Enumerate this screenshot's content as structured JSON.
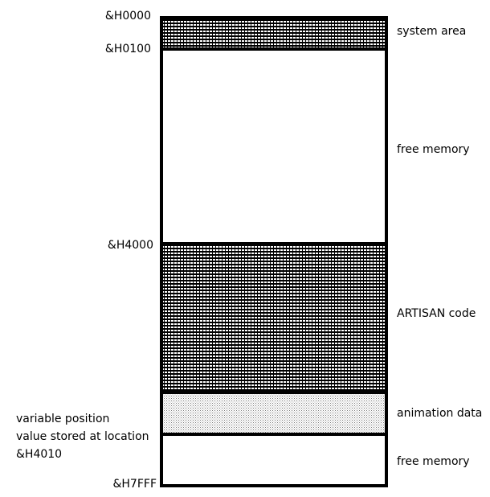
{
  "addresses": {
    "a0000": "&H0000",
    "a0100": "&H0100",
    "a4000": "&H4000",
    "a7fff": "&H7FFF"
  },
  "regions": {
    "system_area": "system area",
    "free_memory_top": "free memory",
    "artisan_code": "ARTISAN code",
    "animation_data": "animation data",
    "free_memory_bottom": "free memory"
  },
  "note": {
    "line1": "variable position",
    "line2": "value stored at location",
    "line3": "&H4010"
  },
  "colors": {
    "outline": "#000000",
    "hatch_dark": "#000000",
    "hatch_light": "#ffffff",
    "stipple": "#7a7a7a"
  }
}
